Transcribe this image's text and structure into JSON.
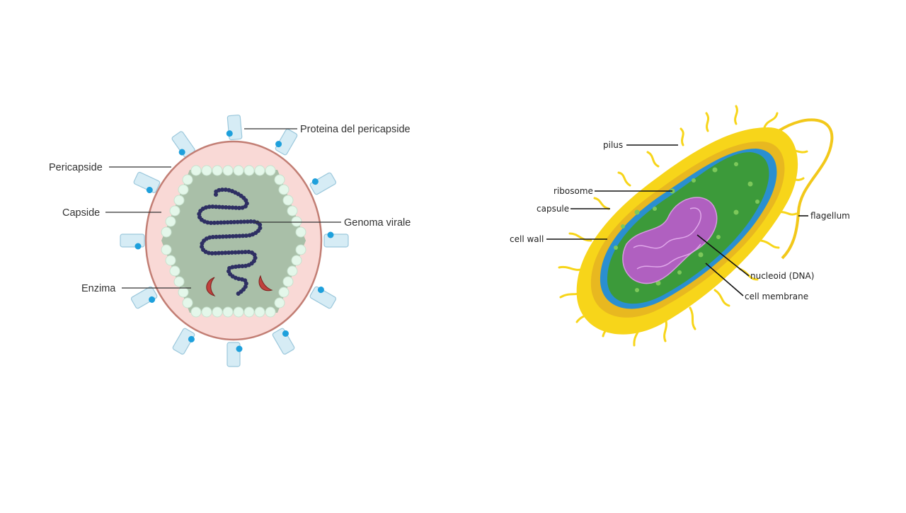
{
  "virus_diagram": {
    "labels": {
      "envelope_protein": "Proteina del pericapside",
      "envelope": "Pericapside",
      "capsid": "Capside",
      "genome": "Genoma virale",
      "enzyme": "Enzima"
    },
    "colors": {
      "envelope_fill": "#f9d9d6",
      "envelope_stroke": "#c27e74",
      "capsid_fill": "#a9bfa8",
      "capsomere": "#e4f7ea",
      "genome": "#2e2f63",
      "enzyme": "#c0413d",
      "spike_fill": "#d6ecf5",
      "spike_dot": "#1ea0dc"
    }
  },
  "bacterium_diagram": {
    "labels": {
      "pilus": "pilus",
      "ribosome": "ribosome",
      "capsule": "capsule",
      "cell_wall": "cell wall",
      "flagellum": "flagellum",
      "nucleoid": "nucleoid (DNA)",
      "cell_membrane": "cell membrane"
    },
    "colors": {
      "capsule": "#f7d51a",
      "cell_wall": "#e8b820",
      "cytoplasm": "#3c9a3a",
      "membrane_highlight": "#2a8fd0",
      "nucleoid": "#b060c0"
    }
  }
}
